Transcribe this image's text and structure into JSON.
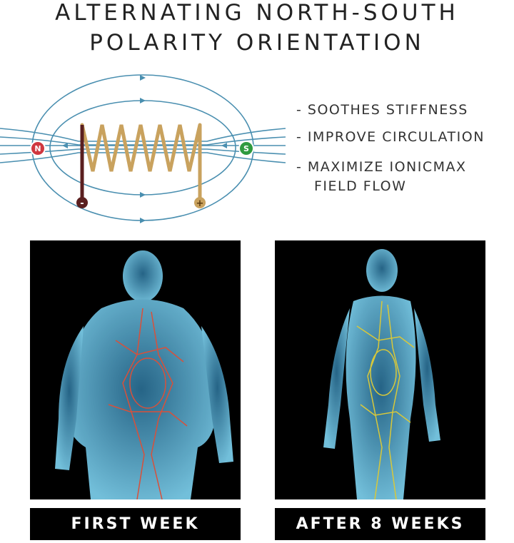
{
  "title": {
    "line1": "ALTERNATING NORTH-SOUTH",
    "line2": "POLARITY ORIENTATION"
  },
  "diagram": {
    "north_label": "N",
    "south_label": "S",
    "negative_label": "-",
    "positive_label": "+"
  },
  "benefits": [
    "- SOOTHES STIFFNESS",
    "- IMPROVE CIRCULATION",
    "- MAXIMIZE IONICMAX",
    "FIELD FLOW"
  ],
  "panels": [
    {
      "caption": "FIRST WEEK",
      "vein_color": "#d9503a"
    },
    {
      "caption": "AFTER 8 WEEKS",
      "vein_color": "#d8c83a"
    }
  ],
  "colors": {
    "field_line": "#4a8fb0",
    "coil": "#c9a25e",
    "north": "#d0373f",
    "south": "#2f9a3f",
    "body": "#5ec3e8"
  }
}
